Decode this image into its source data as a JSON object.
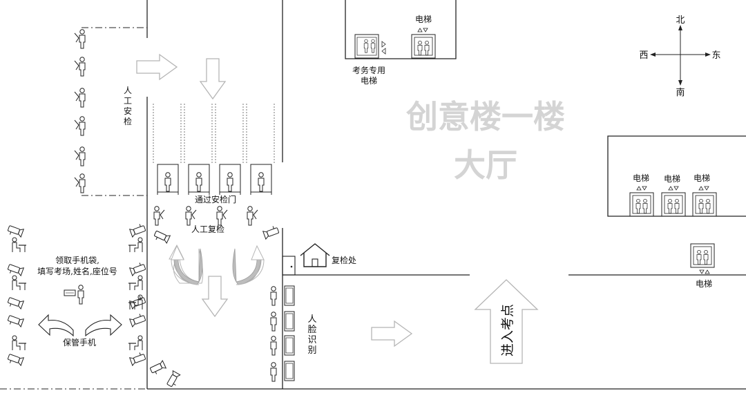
{
  "hall": {
    "line1": "创意楼一楼",
    "line2": "大厅"
  },
  "compass": {
    "north": "北",
    "south": "南",
    "east": "东",
    "west": "西"
  },
  "exam_elevator": {
    "label": "电梯",
    "caption_line1": "考务专用",
    "caption_line2": "电梯"
  },
  "elevators_right": [
    {
      "label": "电梯"
    },
    {
      "label": "电梯"
    },
    {
      "label": "电梯"
    }
  ],
  "elevator_bottom": {
    "label": "电梯"
  },
  "security": {
    "manual_label": [
      "人",
      "工",
      "安",
      "检"
    ],
    "gate_label": "通过安检门",
    "recheck_label": "人工复检"
  },
  "phone_area": {
    "line1": "领取手机袋,",
    "line2": "填写考场,姓名,座位号",
    "keep_label": "保管手机"
  },
  "recheck_office": {
    "label": "复检处"
  },
  "face_recognition": {
    "label": [
      "人",
      "脸",
      "识",
      "别"
    ]
  },
  "enter_exam": {
    "label": "进入考点"
  }
}
